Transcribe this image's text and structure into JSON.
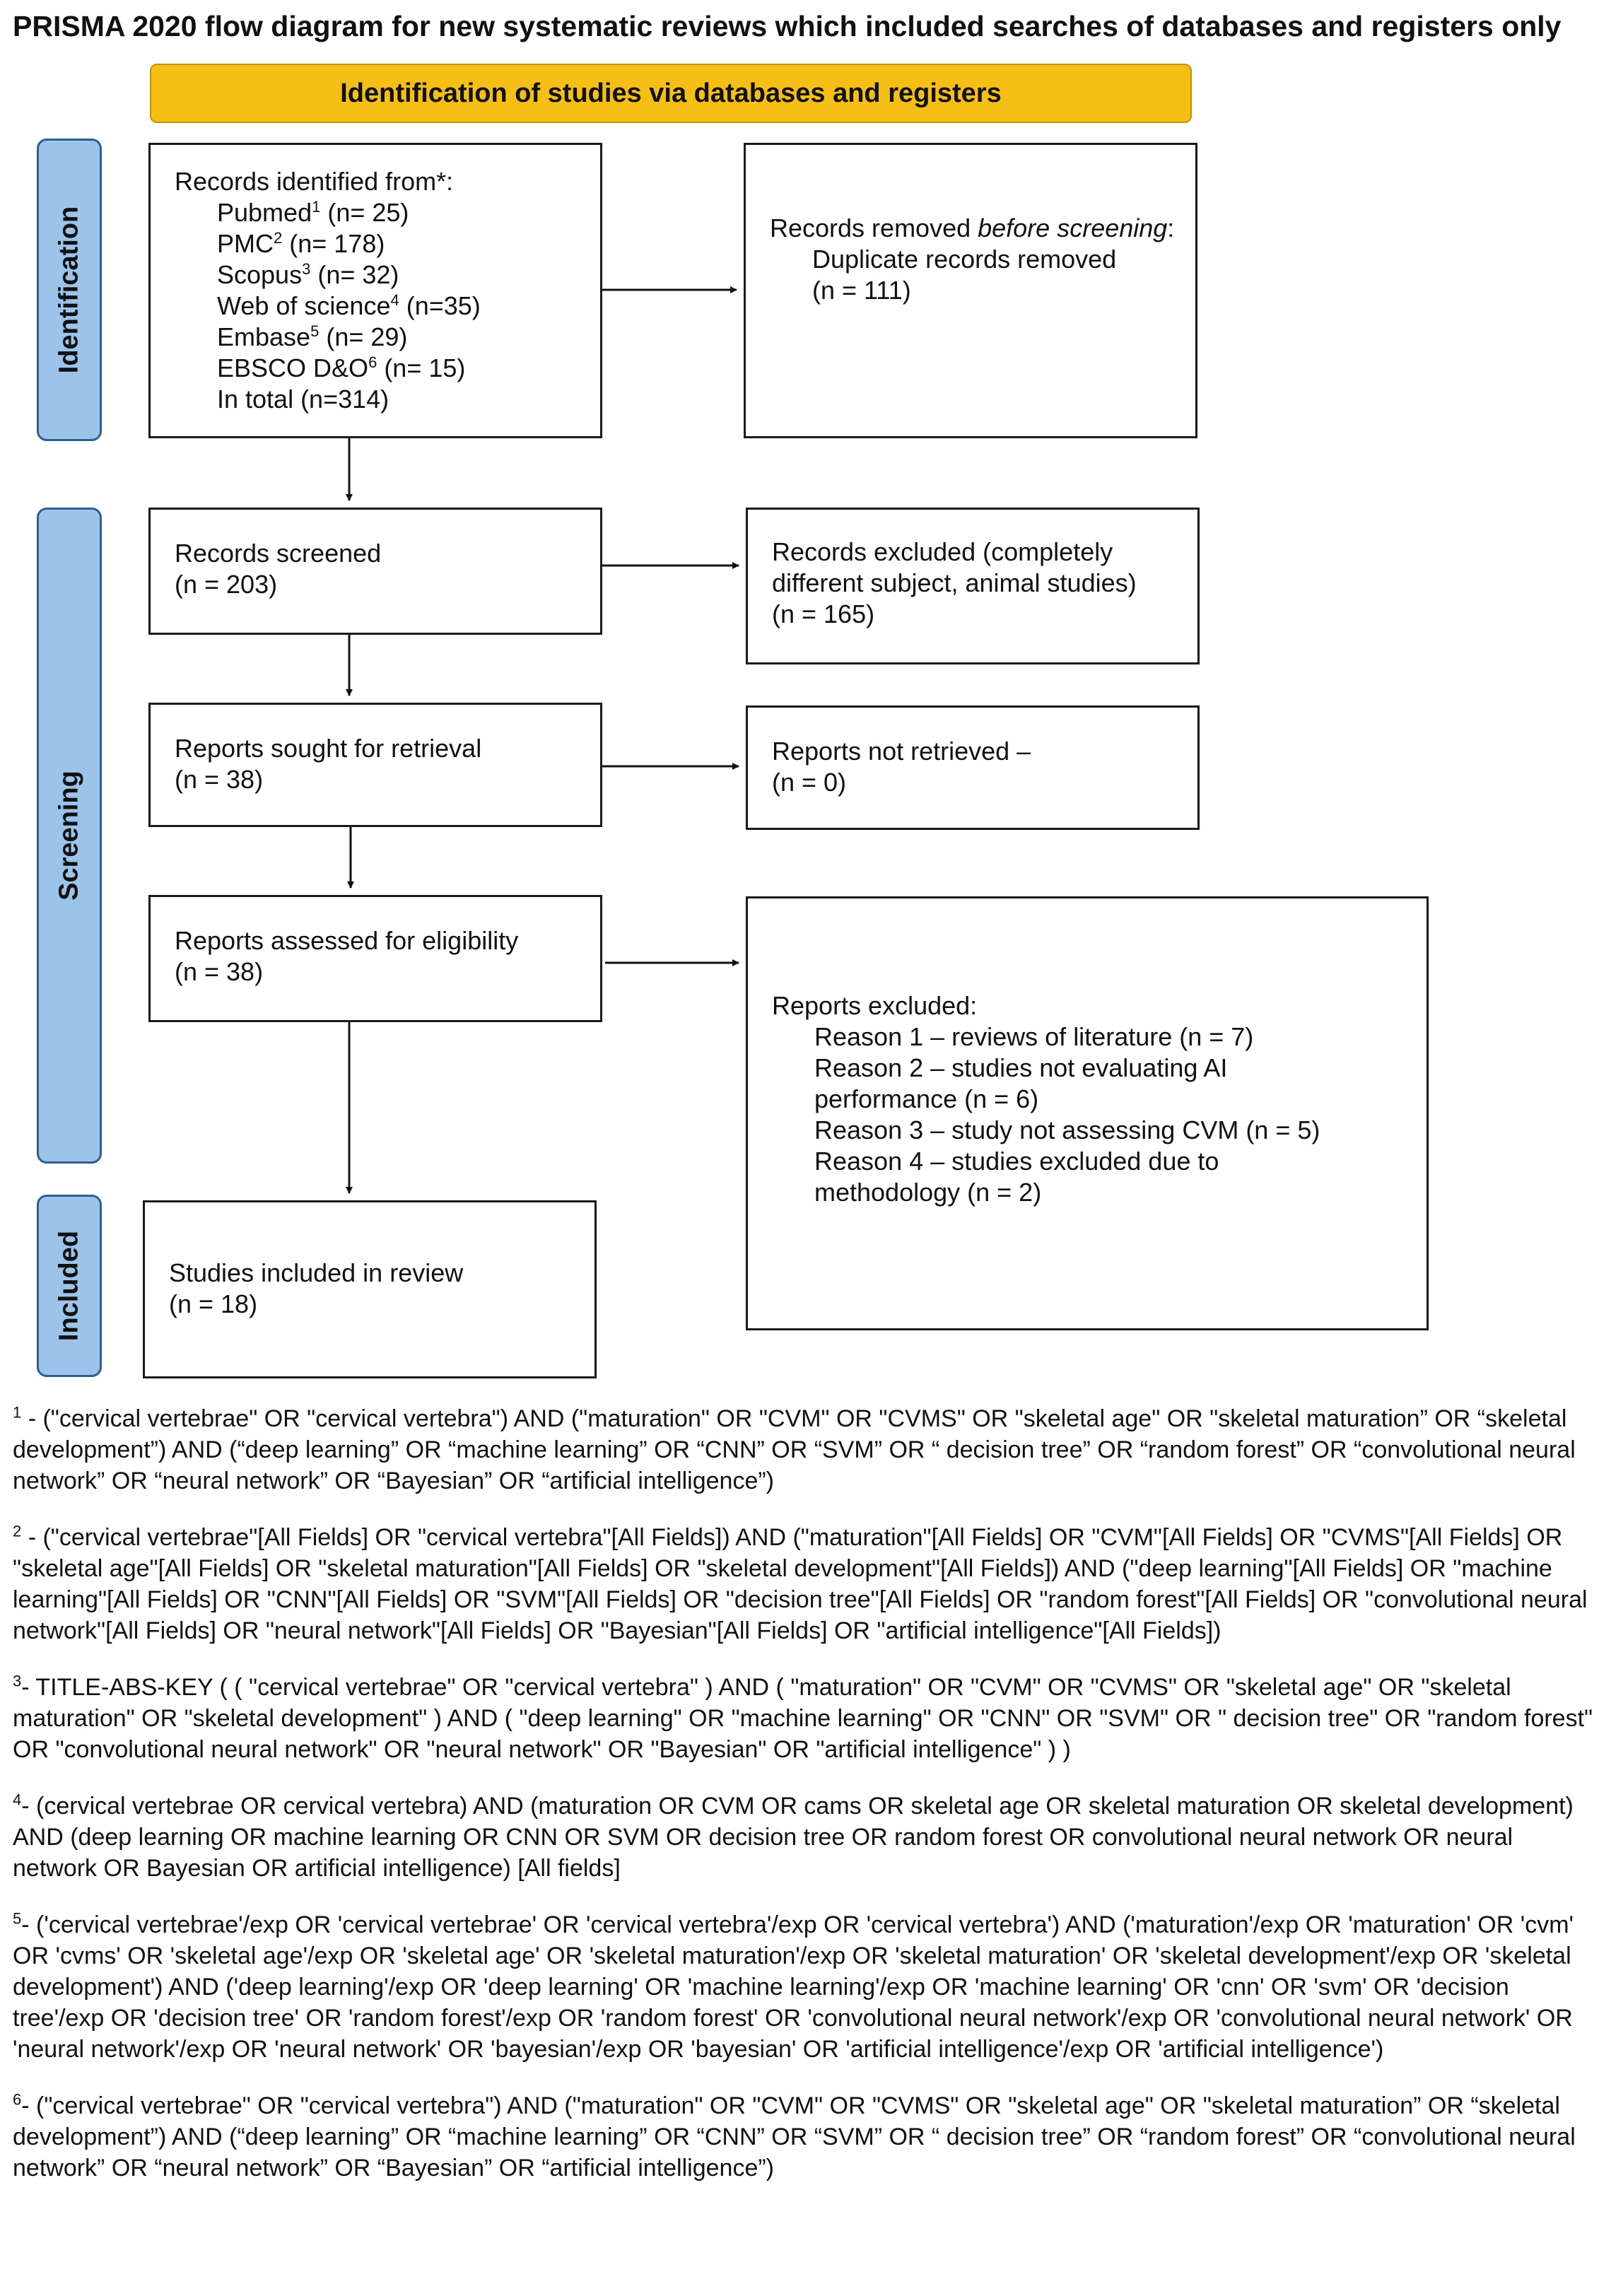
{
  "title": "PRISMA 2020 flow diagram for new systematic reviews which included searches of databases and registers only",
  "banner": "Identification of studies via databases and registers",
  "phases": {
    "identification": "Identification",
    "screening": "Screening",
    "included": "Included"
  },
  "records_identified": {
    "heading": "Records identified from*:",
    "sources": [
      {
        "name": "Pubmed",
        "sup": "1",
        "count": " (n= 25)"
      },
      {
        "name": "PMC",
        "sup": "2",
        "count": " (n= 178)"
      },
      {
        "name": "Scopus",
        "sup": "3",
        "count": " (n= 32)"
      },
      {
        "name": "Web of science",
        "sup": "4",
        "count": " (n=35)"
      },
      {
        "name": "Embase",
        "sup": "5",
        "count": " (n= 29)"
      },
      {
        "name": "EBSCO D&O",
        "sup": "6",
        "count": " (n= 15)"
      }
    ],
    "total": "In total (n=314)"
  },
  "records_removed": {
    "prefix": "Records removed ",
    "emph": "before screening",
    "suffix": ":",
    "item": "Duplicate records removed",
    "count": "(n = 111)"
  },
  "records_screened": {
    "label": "Records screened",
    "count": "(n = 203)"
  },
  "records_excluded": {
    "line1": "Records excluded (completely",
    "line2": "different subject, animal studies)",
    "count": "(n = 165)"
  },
  "reports_sought": {
    "label": "Reports sought for retrieval",
    "count": "(n = 38)"
  },
  "reports_not_retrieved": {
    "label": "Reports not retrieved –",
    "count": "(n = 0)"
  },
  "reports_assessed": {
    "label": "Reports assessed for eligibility",
    "count": "(n = 38)"
  },
  "reports_excluded": {
    "heading": "Reports excluded:",
    "reasons": [
      "Reason 1 – reviews of literature (n = 7)",
      "Reason 2 – studies not evaluating AI",
      "performance (n = 6)",
      "Reason 3 – study not assessing CVM (n = 5)",
      "Reason 4 – studies excluded due to",
      "methodology (n = 2)"
    ]
  },
  "studies_included": {
    "label": "Studies included in review",
    "count": "(n = 18)"
  },
  "footnotes": [
    {
      "mark": "1",
      "text": " - (\"cervical vertebrae\" OR \"cervical vertebra\") AND (\"maturation\" OR \"CVM\" OR \"CVMS\" OR \"skeletal age\" OR \"skeletal maturation” OR “skeletal development”) AND (“deep learning” OR “machine learning” OR “CNN” OR “SVM” OR “ decision tree” OR “random forest” OR “convolutional neural network” OR “neural network” OR “Bayesian” OR “artificial intelligence”)"
    },
    {
      "mark": "2",
      "text": " - (\"cervical vertebrae\"[All Fields] OR \"cervical vertebra\"[All Fields]) AND (\"maturation\"[All Fields] OR \"CVM\"[All Fields] OR \"CVMS\"[All Fields] OR \"skeletal age\"[All Fields] OR \"skeletal maturation\"[All Fields] OR \"skeletal development\"[All Fields]) AND (\"deep learning\"[All Fields] OR \"machine learning\"[All Fields] OR \"CNN\"[All Fields] OR \"SVM\"[All Fields] OR \"decision tree\"[All Fields] OR \"random forest\"[All Fields] OR \"convolutional neural network\"[All Fields] OR \"neural network\"[All Fields] OR \"Bayesian\"[All Fields] OR \"artificial intelligence\"[All Fields])"
    },
    {
      "mark": "3",
      "text": "- TITLE-ABS-KEY ( ( \"cervical vertebrae\" OR \"cervical vertebra\" ) AND ( \"maturation\" OR \"CVM\" OR \"CVMS\" OR \"skeletal age\" OR \"skeletal maturation\" OR \"skeletal development\" ) AND ( \"deep learning\" OR \"machine learning\" OR \"CNN\" OR \"SVM\" OR \" decision tree\" OR \"random forest\" OR \"convolutional neural network\" OR \"neural network\" OR \"Bayesian\" OR \"artificial intelligence\" ) )"
    },
    {
      "mark": "4",
      "text": "- (cervical vertebrae OR cervical vertebra) AND (maturation OR CVM OR cams OR skeletal age OR skeletal maturation OR skeletal development) AND (deep learning OR machine learning OR CNN OR SVM OR decision tree OR random forest OR convolutional neural network OR neural network OR Bayesian OR artificial intelligence) [All fields]"
    },
    {
      "mark": "5",
      "text": "- ('cervical vertebrae'/exp OR 'cervical vertebrae' OR 'cervical vertebra'/exp OR 'cervical vertebra') AND ('maturation'/exp OR 'maturation' OR 'cvm' OR 'cvms' OR 'skeletal age'/exp OR 'skeletal age' OR 'skeletal maturation'/exp OR 'skeletal maturation' OR 'skeletal development'/exp OR 'skeletal development') AND ('deep learning'/exp OR 'deep learning' OR 'machine learning'/exp OR 'machine learning' OR 'cnn' OR 'svm' OR 'decision tree'/exp OR 'decision tree' OR 'random forest'/exp OR 'random forest' OR 'convolutional neural network'/exp OR 'convolutional neural network' OR 'neural network'/exp OR 'neural network' OR 'bayesian'/exp OR 'bayesian' OR 'artificial intelligence'/exp OR 'artificial intelligence')"
    },
    {
      "mark": "6",
      "text": "- (\"cervical vertebrae\" OR \"cervical vertebra\") AND (\"maturation\" OR \"CVM\" OR \"CVMS\" OR \"skeletal age\" OR \"skeletal maturation” OR “skeletal development”) AND (“deep learning” OR “machine learning” OR “CNN” OR “SVM” OR “ decision tree” OR “random forest” OR “convolutional neural network” OR “neural network” OR “Bayesian” OR “artificial intelligence”)"
    }
  ]
}
